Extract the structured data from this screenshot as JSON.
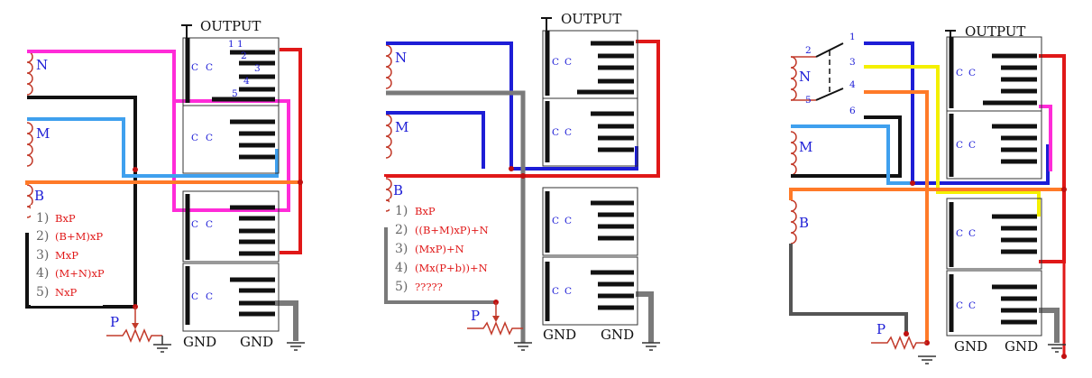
{
  "colors": {
    "coil": "#c23a2a",
    "blue": "#1d1dd6",
    "red": "#e01818",
    "magenta": "#ff2bd8",
    "black": "#111111",
    "light_blue": "#3fa0ee",
    "orange": "#ff7a28",
    "gray": "#7a7a7a",
    "yellow": "#f4f000",
    "box_border": "#333333"
  },
  "common": {
    "output_label": "OUTPUT",
    "gnd_label": "GND",
    "pot_label": "P",
    "pin_labels": [
      "1",
      "2",
      "3",
      "4",
      "5"
    ],
    "contact_label": "C",
    "switch_label": "2"
  },
  "diagram1": {
    "coil_n": "N",
    "coil_m": "M",
    "coil_b": "B",
    "modes": [
      {
        "num": "1)",
        "text": "BxP"
      },
      {
        "num": "2)",
        "text": "(B+M)xP"
      },
      {
        "num": "3)",
        "text": "MxP"
      },
      {
        "num": "4)",
        "text": "(M+N)xP"
      },
      {
        "num": "5)",
        "text": "NxP"
      }
    ]
  },
  "diagram2": {
    "coil_n": "N",
    "coil_m": "M",
    "coil_b": "B",
    "modes": [
      {
        "num": "1)",
        "text": "BxP"
      },
      {
        "num": "2)",
        "text": "((B+M)xP)+N"
      },
      {
        "num": "3)",
        "text": "(MxP)+N"
      },
      {
        "num": "4)",
        "text": "(Mx(P+b))+N"
      },
      {
        "num": "5)",
        "text": "?????"
      }
    ]
  },
  "diagram3": {
    "coil_n": "N",
    "coil_m": "M",
    "coil_b": "B",
    "switch_pins": [
      "1",
      "2",
      "3",
      "4",
      "5",
      "6"
    ]
  }
}
